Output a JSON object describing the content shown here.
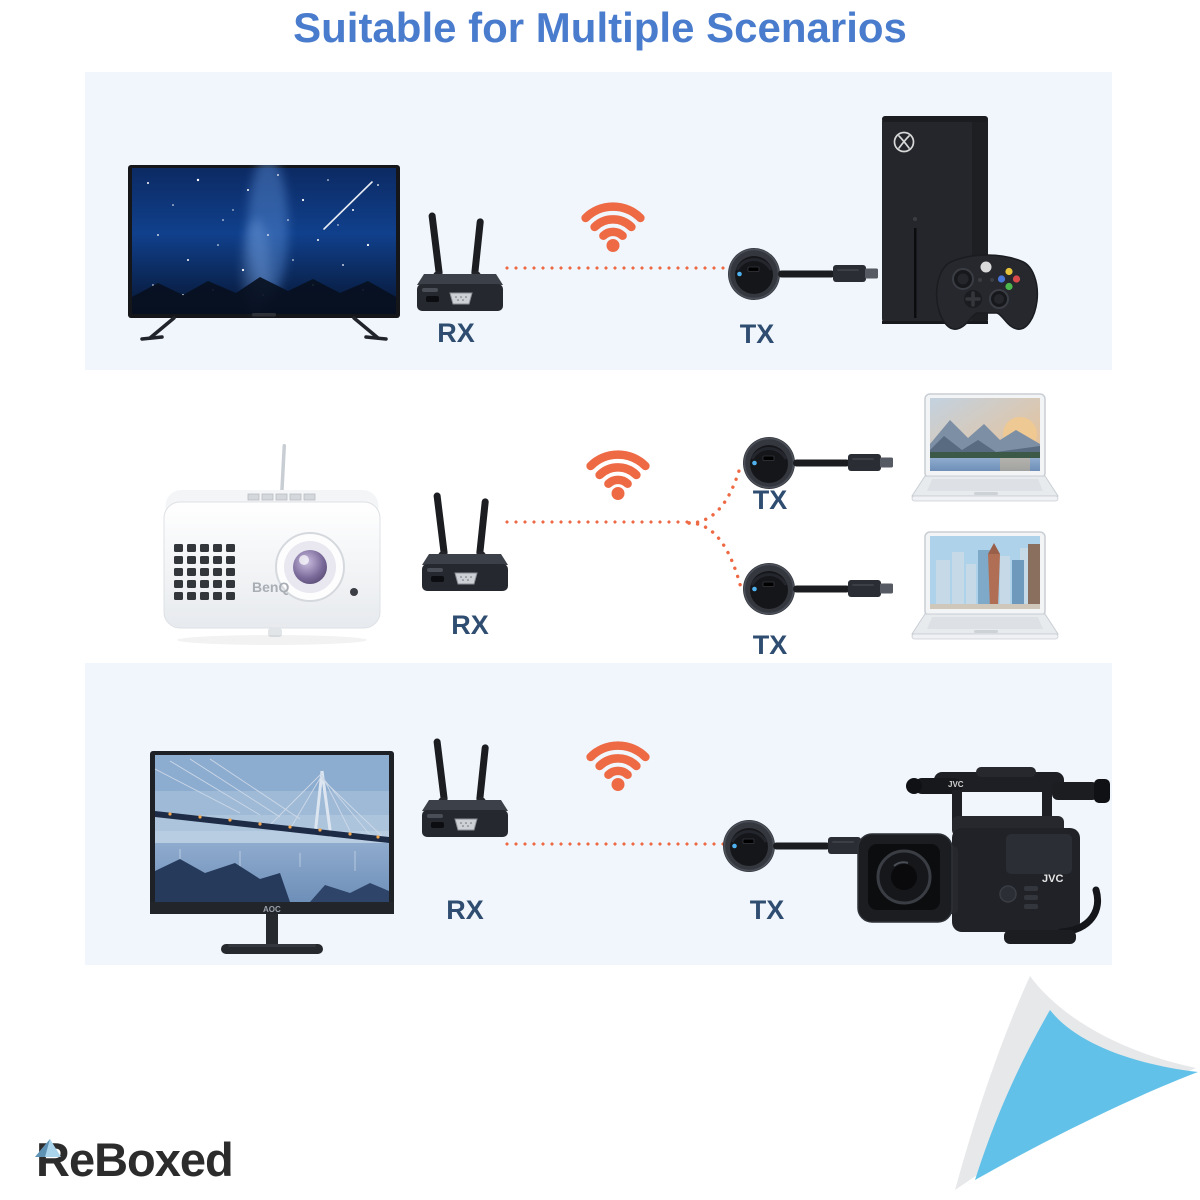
{
  "title": "Suitable for Multiple Scenarios",
  "colors": {
    "title_blue": "#4a7cce",
    "accent_orange": "#ee6a45",
    "label_blue": "#2f4d70",
    "panel_blue": "#f0f6fc",
    "curl_blue": "#62c1e8",
    "logo_dark": "#2c2c2c"
  },
  "scenarios": [
    {
      "name": "game-console-to-tv",
      "display_device": "tv-starry-sky",
      "source_device": "xbox-series-x-with-controller",
      "rx_label": "RX",
      "tx_label": "TX"
    },
    {
      "name": "laptops-to-projector",
      "display_device": "benq-projector",
      "source_device": "two-laptops",
      "rx_label": "RX",
      "tx_label_1": "TX",
      "tx_label_2": "TX"
    },
    {
      "name": "camcorder-to-monitor",
      "display_device": "aoc-monitor-bridge-photo",
      "source_device": "jvc-camcorder",
      "rx_label": "RX",
      "tx_label": "TX"
    }
  ],
  "brands": {
    "projector": "BenQ",
    "monitor": "AOC",
    "camera": "JVC"
  },
  "logo": {
    "text": "ReBoxed"
  }
}
